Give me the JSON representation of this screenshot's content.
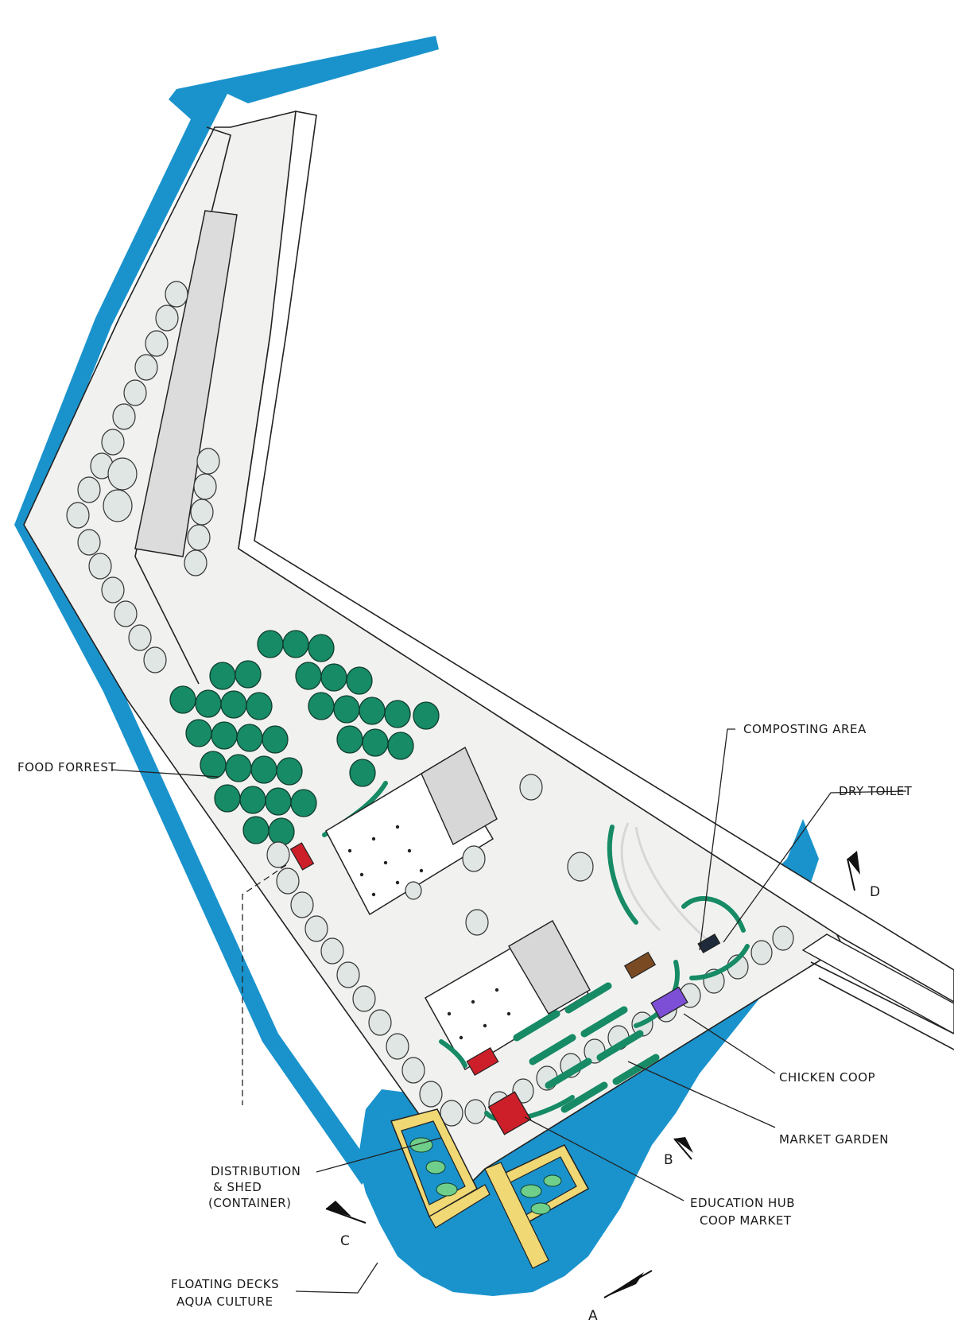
{
  "labels": {
    "composting_area": "COMPOSTING AREA",
    "dry_toilet": "DRY TOILET",
    "food_forrest": "FOOD FORREST",
    "chicken_coop": "CHICKEN COOP",
    "distribution_line1": "DISTRIBUTION",
    "distribution_line2": "& SHED",
    "distribution_line3": "(CONTAINER)",
    "market_garden": "MARKET GARDEN",
    "education_line1": "EDUCATION HUB",
    "education_line2": "COOP MARKET",
    "floating_line1": "FLOATING DECKS",
    "floating_line2": "AQUA CULTURE"
  },
  "section_markers": [
    "D",
    "C",
    "B",
    "A"
  ],
  "colors": {
    "water": "#1a93cc",
    "ground": "#f1f2f0",
    "road": "#ffffff",
    "hardscape": "#dcdcdc",
    "tree_dark": "#178a66",
    "tree_light": "#dfe6e4",
    "shed_red": "#cc1f2a",
    "compost_brown": "#7a4a22",
    "toilet_dark": "#1f2a3a",
    "coop_purple": "#7d4fd6",
    "deck_yellow": "#f0d874"
  }
}
